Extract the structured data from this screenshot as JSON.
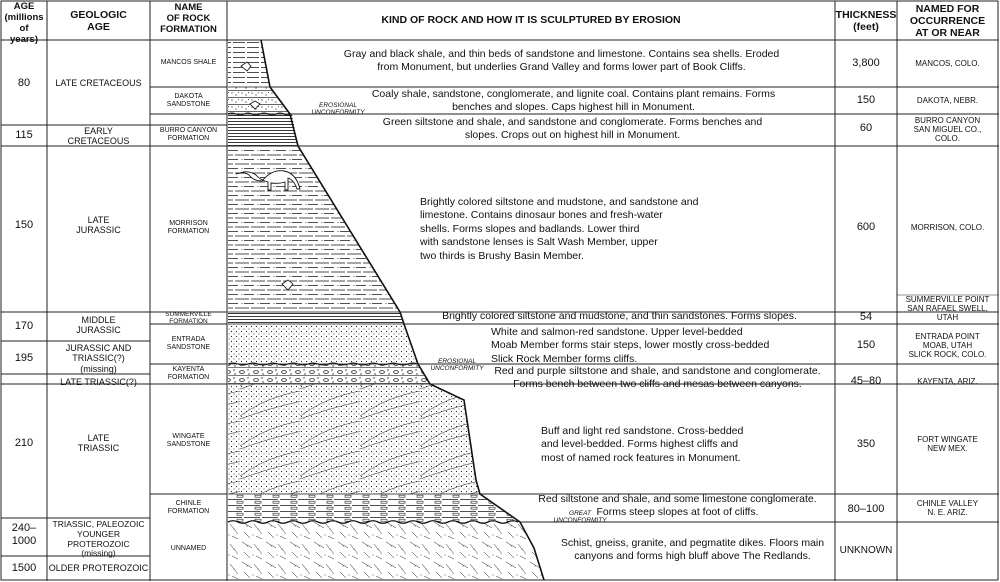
{
  "headers": {
    "age": "AGE\n(millions\nof\nyears)",
    "geologic_age": "GEOLOGIC\nAGE",
    "formation": "NAME\nOF ROCK\nFORMATION",
    "kind": "KIND OF ROCK AND HOW IT IS SCULPTURED BY EROSION",
    "thickness": "THICKNESS\n(feet)",
    "named": "NAMED FOR\nOCCURRENCE\nAT OR NEAR"
  },
  "ages": [
    "80",
    "115",
    "150",
    "170",
    "195",
    "210",
    "240–\n1000",
    "1500"
  ],
  "geologic_ages": [
    "LATE CRETACEOUS",
    "EARLY\nCRETACEOUS",
    "LATE\nJURASSIC",
    "MIDDLE\nJURASSIC",
    "JURASSIC AND\nTRIASSIC(?)\n(missing)",
    "LATE TRIASSIC(?)",
    "LATE\nTRIASSIC",
    "TRIASSIC, PALEOZOIC\nYOUNGER PROTEROZOIC\n(missing)",
    "OLDER PROTEROZOIC"
  ],
  "formations": [
    {
      "name": "MANCOS SHALE",
      "desc": "Gray and black shale, and thin beds of sandstone and limestone. Contains sea shells. Eroded\nfrom Monument, but underlies Grand Valley and forms lower part of Book Cliffs.",
      "thickness": "3,800",
      "named_for": "MANCOS, COLO."
    },
    {
      "name": "DAKOTA\nSANDSTONE",
      "desc": "Coaly shale, sandstone, conglomerate, and lignite coal. Contains plant remains. Forms\nbenches and slopes. Caps highest hill in Monument.",
      "thickness": "150",
      "named_for": "DAKOTA, NEBR."
    },
    {
      "name": "BURRO CANYON\nFORMATION",
      "desc": "Green siltstone and shale, and sandstone and conglomerate. Forms benches and\nslopes. Crops out on highest hill in Monument.",
      "thickness": "60",
      "named_for": "BURRO CANYON\nSAN MIGUEL CO.,\nCOLO."
    },
    {
      "name": "MORRISON\nFORMATION",
      "desc": "Brightly colored siltstone and mudstone, and sandstone and\nlimestone. Contains dinosaur bones and fresh-water\nshells.   Forms slopes and badlands.   Lower third\nwith sandstone lenses is Salt Wash Member, upper\ntwo thirds is Brushy Basin Member.",
      "thickness": "600",
      "named_for": "MORRISON, COLO."
    },
    {
      "name": "SUMMERVILLE\nFORMATION",
      "desc": "Brightly colored siltstone and mudstone, and thin sandstones. Forms slopes.",
      "thickness": "54",
      "named_for": "SUMMERVILLE POINT\nSAN RAFAEL SWELL,\nUTAH"
    },
    {
      "name": "ENTRADA\nSANDSTONE",
      "desc": "White and salmon-red sandstone. Upper level-bedded\nMoab Member forms stair steps, lower mostly cross-bedded\nSlick Rock Member forms cliffs.",
      "thickness": "150",
      "named_for": "ENTRADA POINT\nMOAB, UTAH\nSLICK ROCK, COLO."
    },
    {
      "name": "KAYENTA\nFORMATION",
      "desc": "Red and purple siltstone and shale, and sandstone and conglomerate.\nForms bench between two cliffs and mesas between canyons.",
      "thickness": "45–80",
      "named_for": "KAYENTA, ARIZ."
    },
    {
      "name": "WINGATE\nSANDSTONE",
      "desc": "Buff and light red sandstone. Cross-bedded\nand level-bedded. Forms highest cliffs and\nmost of named rock features in Monument.",
      "thickness": "350",
      "named_for": "FORT WINGATE\nNEW MEX."
    },
    {
      "name": "CHINLE\nFORMATION",
      "desc": "Red siltstone and shale, and some limestone conglomerate.\nForms steep slopes at foot of cliffs.",
      "thickness": "80–100",
      "named_for": "CHINLE VALLEY\nN. E. ARIZ."
    },
    {
      "name": "UNNAMED",
      "desc": "Schist, gneiss, granite, and pegmatite dikes. Floors main\ncanyons and forms high bluff above The Redlands.",
      "thickness": "UNKNOWN",
      "named_for": ""
    }
  ],
  "unconformities": {
    "erosional_1": "EROSIONAL\nUNCONFORMITY",
    "erosional_2": "EROSIONAL\nUNCONFORMITY",
    "great": "GREAT\nUNCONFORMITY"
  }
}
